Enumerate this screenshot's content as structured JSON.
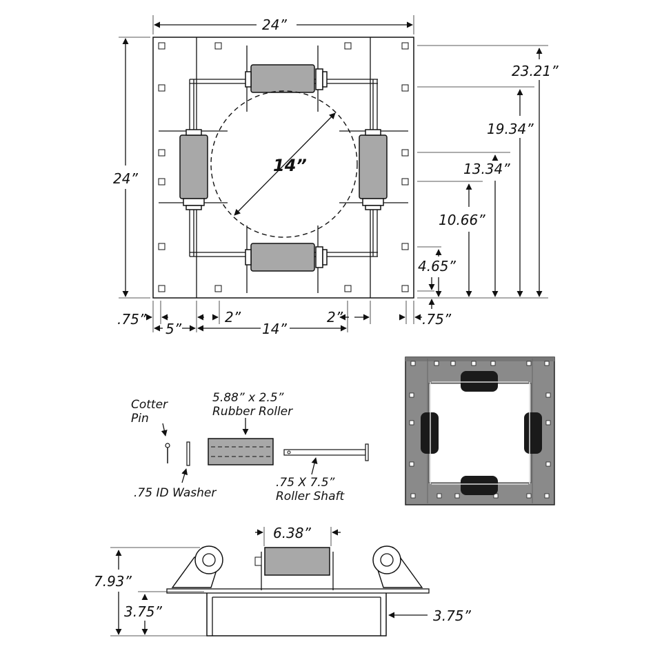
{
  "top_view": {
    "width_label": "24”",
    "height_label": "24”",
    "circle_label": "14”",
    "right_dims": [
      "23.21”",
      "19.34”",
      "13.34”",
      "10.66”",
      "4.65”",
      ".75”"
    ],
    "bottom_dims": {
      "left_edge": ".75”",
      "left_section": "5”",
      "left_gap": "2”",
      "center": "14”",
      "right_gap": "2”",
      "right_edge": ".75”"
    }
  },
  "parts": {
    "cotter_pin": "Cotter\nPin",
    "washer": ".75 ID Washer",
    "rubber_roller": "5.88” x 2.5”\nRubber Roller",
    "roller_shaft": ".75 X 7.5”\nRoller Shaft"
  },
  "side_view": {
    "roller_width": "6.38”",
    "overall_height": "7.93”",
    "base_height_left": "3.75”",
    "base_height_right": "3.75”"
  },
  "colors": {
    "line": "#111111",
    "roller_gray": "#a8a8a8",
    "photo_plate": "#8a8a8a",
    "photo_roller": "#1a1a1a"
  }
}
